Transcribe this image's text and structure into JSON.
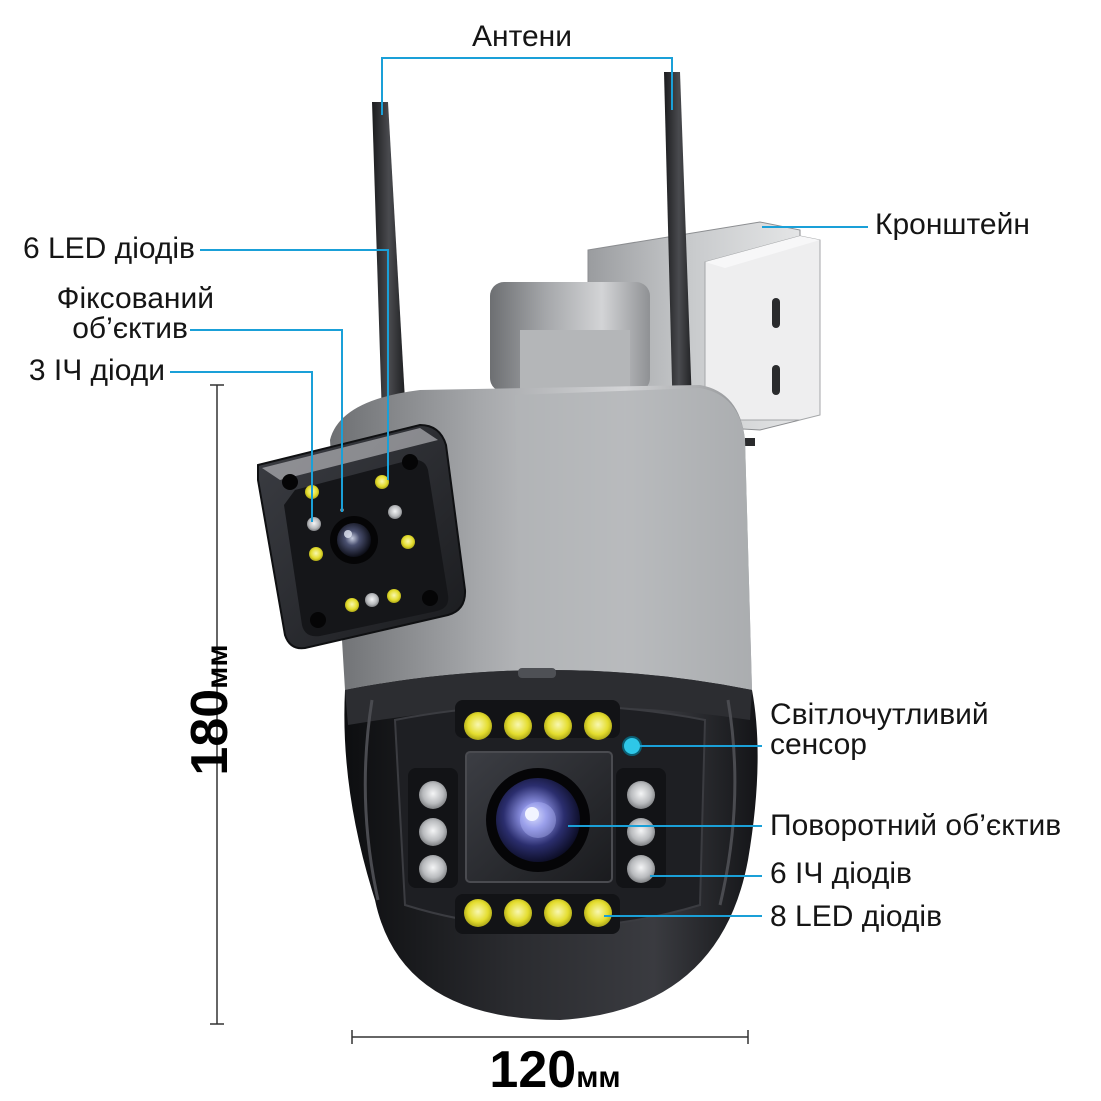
{
  "labels": {
    "antennas": "Антени",
    "bracket": "Кронштейн",
    "led6": "6 LED діодів",
    "fixed_lens_line1": "Фіксований",
    "fixed_lens_line2": "об’єктив",
    "ir3": "3 ІЧ діоди",
    "light_sensor_line1": "Світлочутливий",
    "light_sensor_line2": "сенсор",
    "rotating_lens": "Поворотний об’єктив",
    "ir6": "6 ІЧ діодів",
    "led8": "8 LED діодів"
  },
  "dimensions": {
    "height_value": "180",
    "height_unit": "мм",
    "width_value": "120",
    "width_unit": "мм"
  },
  "colors": {
    "leader": "#1aa0d8",
    "sensor": "#2ec7e8",
    "body_gray": "#a9abae",
    "body_dark": "#1c1d20",
    "led_yellow": "#e8e23a",
    "ir_silver": "#c8cacd"
  }
}
